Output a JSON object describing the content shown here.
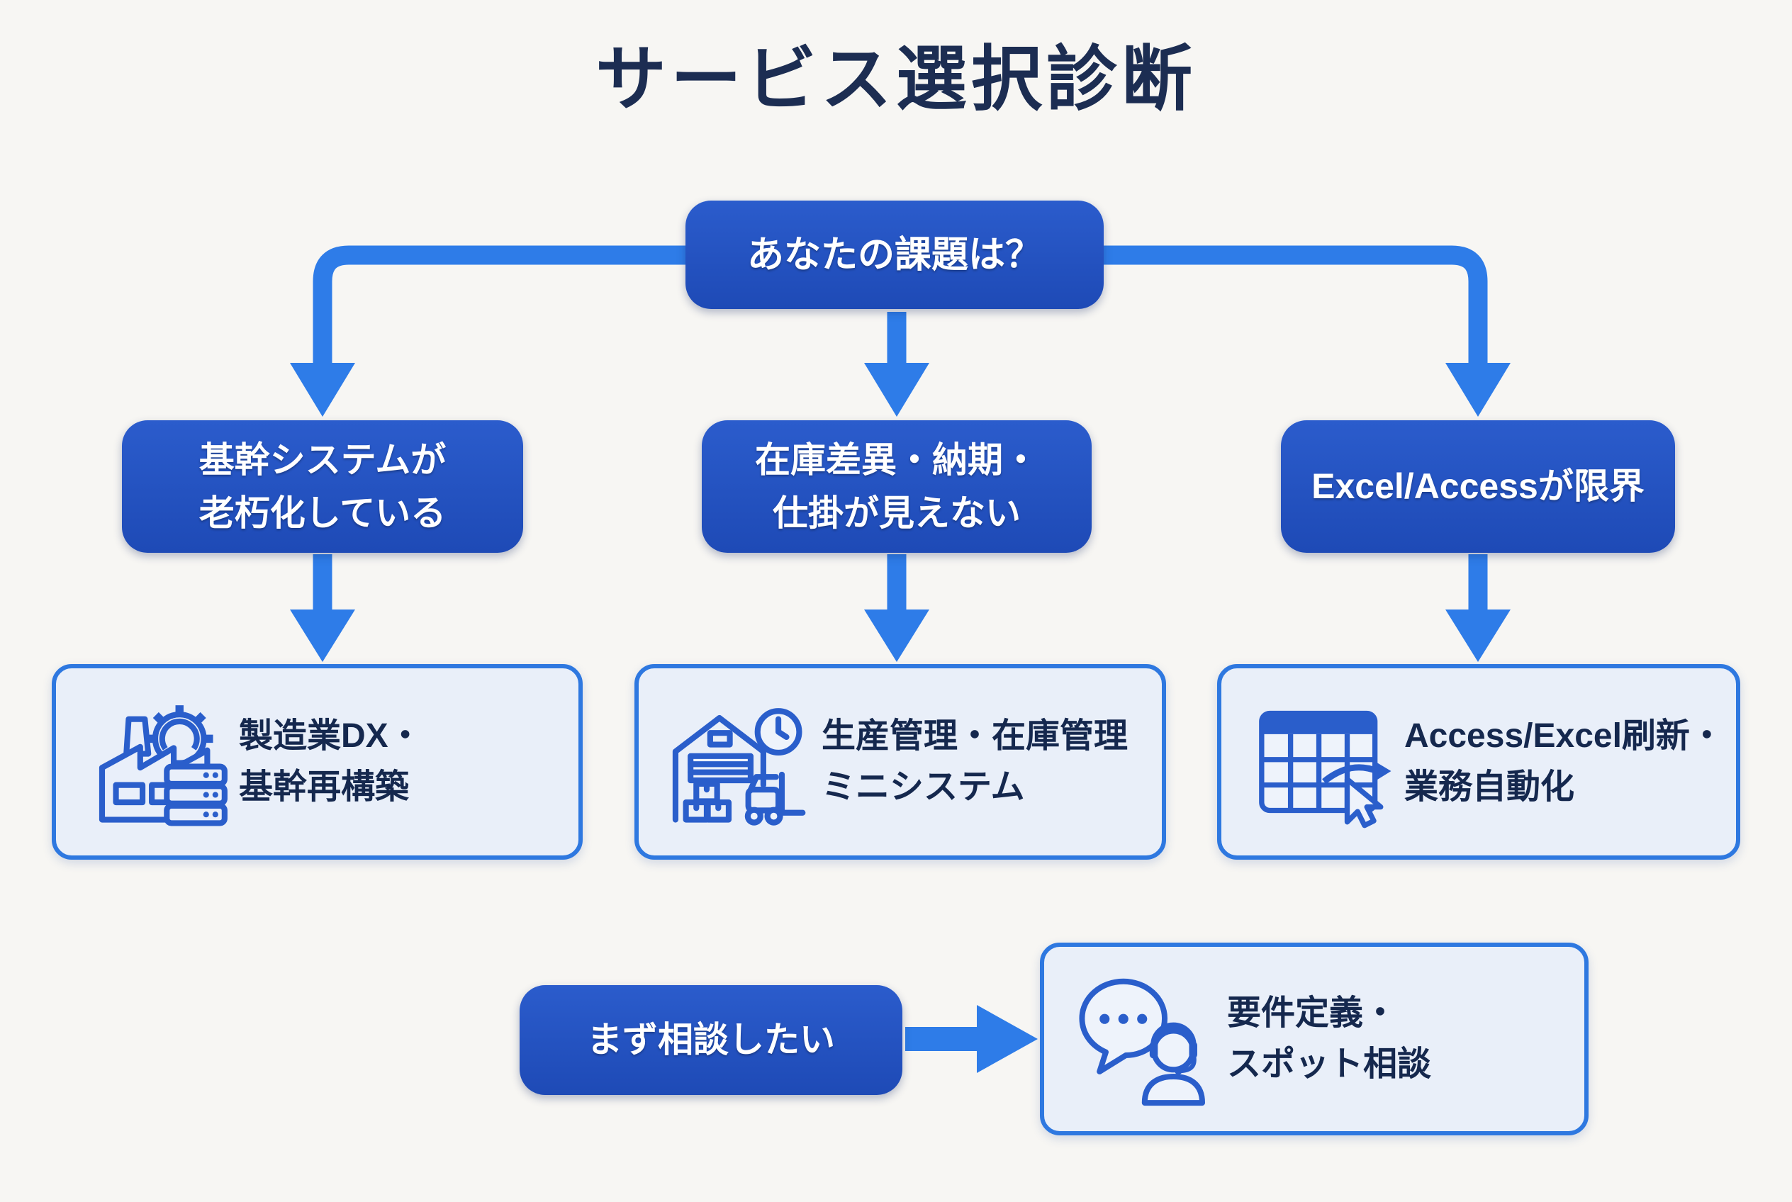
{
  "title": "サービス選択診断",
  "root": {
    "label": "あなたの課題は？"
  },
  "branches": [
    {
      "id": "legacy-system",
      "icon": "factory-icon",
      "question_lines": [
        "基幹システムが",
        "老朽化している"
      ],
      "result_lines": [
        "製造業DX・",
        "基幹再構築"
      ]
    },
    {
      "id": "inventory-visibility",
      "icon": "warehouse-icon",
      "question_lines": [
        "在庫差異・納期・",
        "仕掛が見えない"
      ],
      "result_lines": [
        "生産管理・在庫管理",
        "ミニシステム"
      ]
    },
    {
      "id": "excel-access-limit",
      "icon": "spreadsheet-cursor-icon",
      "question_lines": [
        "Excel/Accessが限界"
      ],
      "result_lines": [
        "Access/Excel刷新・",
        "業務自動化"
      ]
    }
  ],
  "consult": {
    "label": "まず相談したい",
    "icon": "chat-headset-icon",
    "result_lines": [
      "要件定義・",
      "スポット相談"
    ]
  },
  "colors": {
    "background": "#f7f6f3",
    "node_blue": "#2150c0",
    "arrow_blue": "#2e7ce8",
    "card_border_blue": "#2e78e0",
    "card_fill": "#e9eff9",
    "icon_stroke": "#2a5ecb",
    "dark_text": "#1c2d52"
  }
}
